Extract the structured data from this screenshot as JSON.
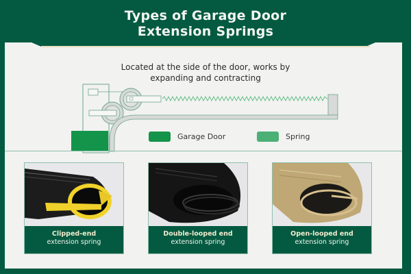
{
  "header": {
    "title_line1": "Types of Garage Door",
    "title_line2": "Extension Springs"
  },
  "diagram": {
    "description_line1": "Located at the side of the door, works by",
    "description_line2": "expanding and contracting",
    "legend": [
      {
        "label": "Garage Door",
        "color": "#14944a"
      },
      {
        "label": "Spring",
        "color": "#4bb076"
      }
    ]
  },
  "cards": [
    {
      "title": "Clipped-end",
      "subtitle": "extension spring",
      "icon": "clipped-end-spring-photo",
      "accent": "#f1d32a"
    },
    {
      "title": "Double-looped end",
      "subtitle": "extension spring",
      "icon": "double-looped-spring-photo",
      "accent": "#111111"
    },
    {
      "title": "Open-looped end",
      "subtitle": "extension spring",
      "icon": "open-looped-spring-photo",
      "accent": "#c9b27e"
    }
  ],
  "colors": {
    "brand_green": "#045a40",
    "panel_bg": "#f2f2f1",
    "door_green": "#14944a",
    "spring_green": "#4bb076"
  }
}
